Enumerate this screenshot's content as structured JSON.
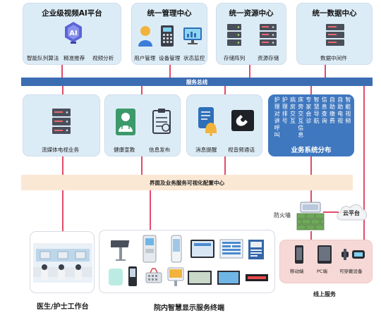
{
  "top": {
    "ai": {
      "title": "企业级视频AI平台",
      "items": [
        "智能队列算法",
        "精准推荐",
        "视频分析"
      ]
    },
    "mgmt": {
      "title": "统一管理中心",
      "items": [
        "用户管理",
        "设备管理",
        "状态监控"
      ]
    },
    "res": {
      "title": "统一资源中心",
      "items": [
        "存储阵列",
        "资源存储"
      ]
    },
    "data": {
      "title": "统一数据中心",
      "items": [
        "数据中间件"
      ]
    }
  },
  "bus": {
    "label": "服务总线"
  },
  "mid": {
    "iptv": {
      "label": "流媒体电视业务"
    },
    "health": {
      "items": [
        "健康宣教",
        "信息发布"
      ]
    },
    "notify": {
      "items": [
        "消息提醒",
        "视音频通话"
      ]
    },
    "biz": {
      "columns": [
        "护理对讲呼叫",
        "护理排号",
        "病房交互",
        "床旁交互信息",
        "专家会诊",
        "智慧导航",
        "信息查询",
        "自助缴费",
        "自助电视",
        "智能视频"
      ],
      "title": "业务系统分布"
    }
  },
  "config": {
    "label": "界面及业务服务可视化配置中心"
  },
  "firewall": {
    "label": "防火墙"
  },
  "cloud": {
    "label": "云平台"
  },
  "online": {
    "title": "线上服务",
    "items": [
      "移动端",
      "PC端",
      "可穿戴设备"
    ]
  },
  "workstation": {
    "title": "医生/护士工作台"
  },
  "terminals": {
    "title": "院内智慧显示服务终端"
  },
  "colors": {
    "accent": "#e24b6a",
    "bus": "#3b6db3",
    "panel": "#dcecf7",
    "config": "#fbe8d4",
    "online": "#f6d9d7"
  }
}
